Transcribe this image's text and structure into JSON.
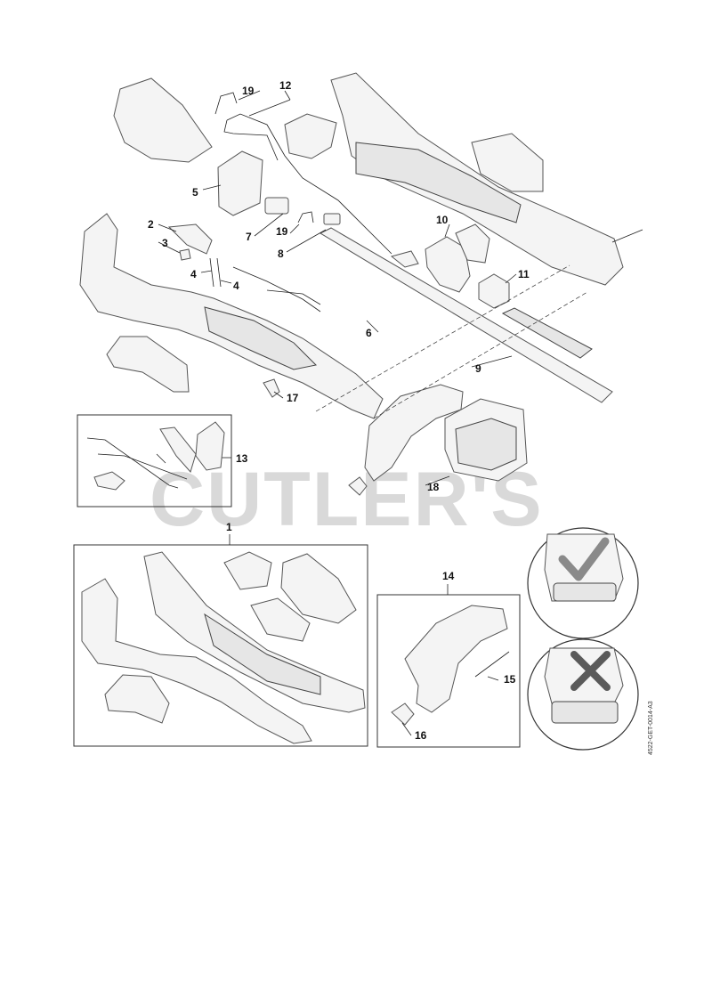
{
  "watermark": "CUTLER'S",
  "document_code": "4522-GET-0014-A3",
  "callouts": [
    {
      "id": "c19a",
      "label": "19"
    },
    {
      "id": "c12",
      "label": "12"
    },
    {
      "id": "c5",
      "label": "5"
    },
    {
      "id": "c2",
      "label": "2"
    },
    {
      "id": "c3",
      "label": "3"
    },
    {
      "id": "c4a",
      "label": "4"
    },
    {
      "id": "c4b",
      "label": "4"
    },
    {
      "id": "c7",
      "label": "7"
    },
    {
      "id": "c19b",
      "label": "19"
    },
    {
      "id": "c8",
      "label": "8"
    },
    {
      "id": "c10",
      "label": "10"
    },
    {
      "id": "c11",
      "label": "11"
    },
    {
      "id": "c6",
      "label": "6"
    },
    {
      "id": "c9",
      "label": "9"
    },
    {
      "id": "c17",
      "label": "17"
    },
    {
      "id": "c13",
      "label": "13"
    },
    {
      "id": "c18",
      "label": "18"
    },
    {
      "id": "c1",
      "label": "1"
    },
    {
      "id": "c14",
      "label": "14"
    },
    {
      "id": "c15",
      "label": "15"
    },
    {
      "id": "c16",
      "label": "16"
    }
  ],
  "icons": {
    "correct": "check-mark-icon",
    "incorrect": "cross-mark-icon"
  },
  "colors": {
    "check": "#8a8a8a",
    "cross": "#5a5a5a",
    "watermark": "#d9d9d9"
  }
}
